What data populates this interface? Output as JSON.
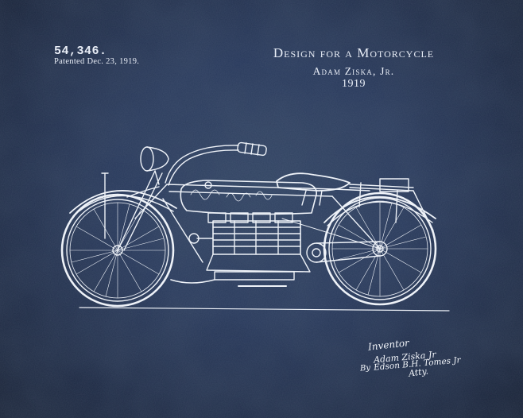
{
  "patent": {
    "number": "54,346.",
    "date": "Patented Dec. 23, 1919."
  },
  "header": {
    "title": "Design for a Motorcycle",
    "inventor": "Adam Ziska, Jr.",
    "year": "1919"
  },
  "signature": {
    "inventor_label": "Inventor",
    "inventor_name": "Adam Ziska Jr",
    "by": "By",
    "attorney_name": "Edson B.H. Tomes Jr",
    "attorney_label": "Atty."
  },
  "colors": {
    "background": "#26375a",
    "ink": "#e9eef7"
  }
}
